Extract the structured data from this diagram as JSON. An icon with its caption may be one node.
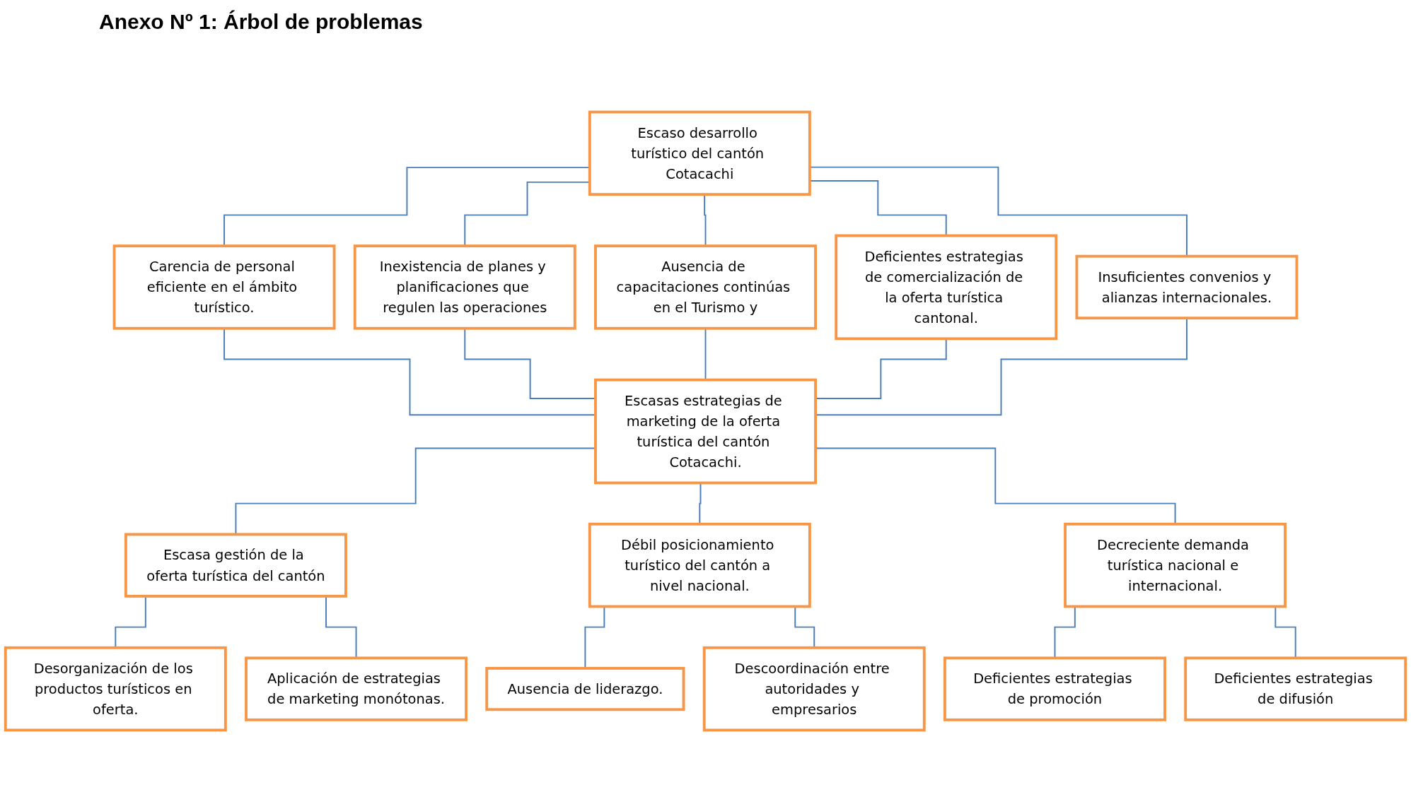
{
  "diagram": {
    "title": "Anexo Nº 1: Árbol de problemas",
    "nodes": [
      {
        "text": [
          "Escaso desarrollo turístico del cantón Cotacachi"
        ]
      },
      {
        "text": [
          "Carencia de personal eficiente en el ámbito turístico."
        ]
      },
      {
        "text": [
          "Inexistencia de planes y planificaciones que regulen las operaciones"
        ]
      },
      {
        "text": [
          "Ausencia de capacitaciones continúas en el Turismo y"
        ]
      },
      {
        "text": [
          "Deficientes estrategias de comercialización de la oferta turística cantonal."
        ]
      },
      {
        "text": [
          "Insuficientes convenios y alianzas internacionales."
        ]
      },
      {
        "text": [
          "Escasas estrategias de marketing de la oferta turística del cantón Cotacachi."
        ]
      },
      {
        "text": [
          "Escasa gestión de la oferta turística del cantón"
        ]
      },
      {
        "text": [
          "Débil posicionamiento turístico del cantón a nivel nacional."
        ]
      },
      {
        "text": [
          "Decreciente demanda turística nacional e internacional."
        ]
      },
      {
        "text": [
          "Desorganización de los productos turísticos en oferta."
        ]
      },
      {
        "text": [
          "Aplicación de estrategias de marketing monótonas."
        ]
      },
      {
        "text": [
          "Ausencia de liderazgo."
        ]
      },
      {
        "text": [
          "Descoordinación entre autoridades y empresarios"
        ]
      },
      {
        "text": [
          "Deficientes estrategias de promoción"
        ]
      },
      {
        "text": [
          "Deficientes estrategias de difusión"
        ]
      }
    ],
    "edges": [
      {
        "from": 0,
        "to": 1,
        "arrow": "none"
      },
      {
        "from": 0,
        "to": 2,
        "arrow": "none"
      },
      {
        "from": 0,
        "to": 3,
        "arrow": "none"
      },
      {
        "from": 0,
        "to": 4,
        "arrow": "none"
      },
      {
        "from": 0,
        "to": 5,
        "arrow": "none"
      },
      {
        "from": 1,
        "to": 6,
        "arrow": "none"
      },
      {
        "from": 2,
        "to": 6,
        "arrow": "none"
      },
      {
        "from": 3,
        "to": 6,
        "arrow": "none"
      },
      {
        "from": 4,
        "to": 6,
        "arrow": "none"
      },
      {
        "from": 5,
        "to": 6,
        "arrow": "none"
      },
      {
        "from": 6,
        "to": 7,
        "arrow": "none"
      },
      {
        "from": 6,
        "to": 8,
        "arrow": "none"
      },
      {
        "from": 6,
        "to": 9,
        "arrow": "none"
      },
      {
        "from": 7,
        "to": 10,
        "arrow": "none"
      },
      {
        "from": 7,
        "to": 11,
        "arrow": "none"
      },
      {
        "from": 8,
        "to": 12,
        "arrow": "none"
      },
      {
        "from": 8,
        "to": 13,
        "arrow": "none"
      },
      {
        "from": 9,
        "to": 14,
        "arrow": "none"
      },
      {
        "from": 9,
        "to": 15,
        "arrow": "none"
      }
    ]
  }
}
